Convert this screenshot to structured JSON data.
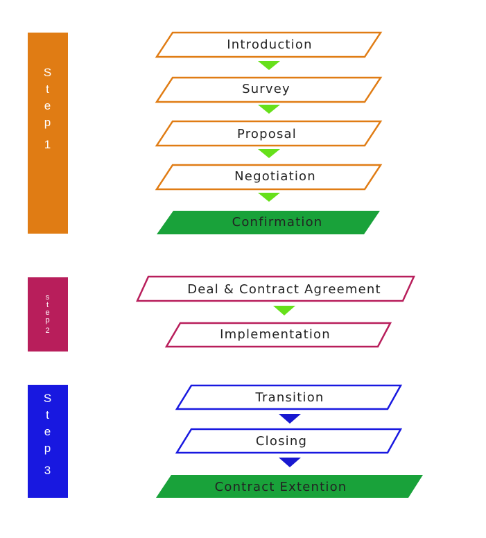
{
  "colors": {
    "step1": "#E07C14",
    "step2": "#B81E5B",
    "step3": "#1818E0",
    "arrow_green": "#66E01A",
    "arrow_blue": "#1818D0",
    "final_fill": "#19A23A",
    "text": "#222222"
  },
  "steps": [
    {
      "letters": [
        "S",
        "t",
        "e",
        "p"
      ],
      "number": "1",
      "color": "#E07C14"
    },
    {
      "letters": [
        "s",
        "t",
        "e",
        "p"
      ],
      "number": "2",
      "color": "#B81E5B"
    },
    {
      "letters": [
        "S",
        "t",
        "e",
        "p"
      ],
      "number": "3",
      "color": "#1818E0"
    }
  ],
  "stages": [
    {
      "label": "Introduction",
      "style": "outline",
      "color": "#E07C14"
    },
    {
      "label": "Survey",
      "style": "outline",
      "color": "#E07C14"
    },
    {
      "label": "Proposal",
      "style": "outline",
      "color": "#E07C14"
    },
    {
      "label": "Negotiation",
      "style": "outline",
      "color": "#E07C14"
    },
    {
      "label": "Confirmation",
      "style": "filled",
      "color": "#19A23A"
    },
    {
      "label": "Deal & Contract Agreement",
      "style": "outline",
      "color": "#B81E5B"
    },
    {
      "label": "Implementation",
      "style": "outline",
      "color": "#B81E5B"
    },
    {
      "label": "Transition",
      "style": "outline",
      "color": "#1818E0"
    },
    {
      "label": "Closing",
      "style": "outline",
      "color": "#1818E0"
    },
    {
      "label": "Contract Extention",
      "style": "filled",
      "color": "#19A23A"
    }
  ],
  "arrows": [
    {
      "color": "#66E01A"
    },
    {
      "color": "#66E01A"
    },
    {
      "color": "#66E01A"
    },
    {
      "color": "#66E01A"
    },
    {
      "color": "#66E01A"
    },
    {
      "color": "#1818D0"
    },
    {
      "color": "#1818D0"
    }
  ]
}
